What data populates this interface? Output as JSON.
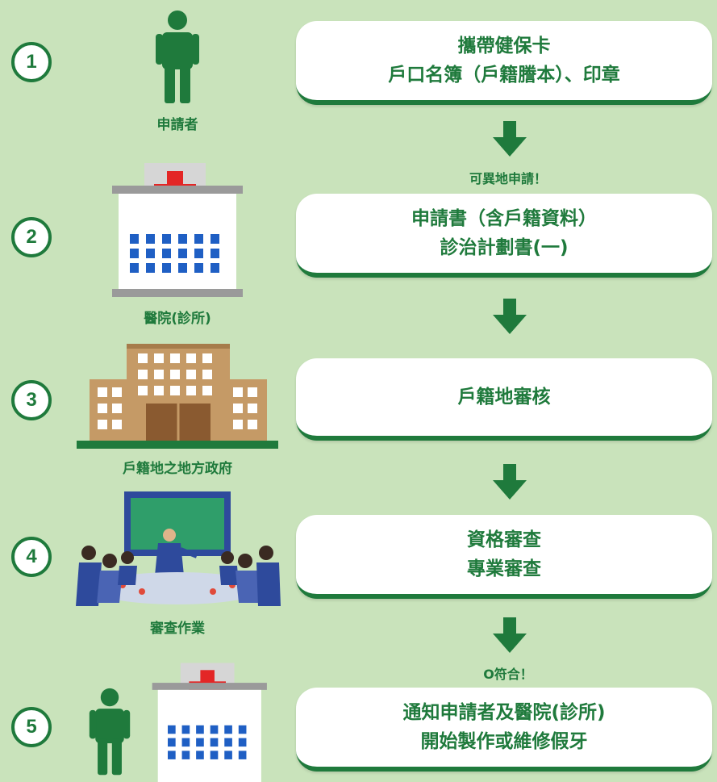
{
  "steps": [
    {
      "number": "1",
      "lines": [
        "攜帶健保卡",
        "戶口名簿（戶籍謄本）、印章"
      ],
      "caption": "申請者"
    },
    {
      "number": "2",
      "lines": [
        "申請書（含戶籍資料）",
        "診治計劃書(一)"
      ],
      "caption": "醫院(診所)"
    },
    {
      "number": "3",
      "lines": [
        "戶籍地審核"
      ],
      "caption": "戶籍地之地方政府"
    },
    {
      "number": "4",
      "lines": [
        "資格審查",
        "專業審查"
      ],
      "caption": "審查作業"
    },
    {
      "number": "5",
      "lines": [
        "通知申請者及醫院(診所)",
        "開始製作或維修假牙"
      ]
    }
  ],
  "notes": {
    "after_step1": "可異地申請！",
    "after_step4": "O符合！"
  },
  "icons": [
    "person-icon",
    "hospital-icon",
    "government-building-icon",
    "meeting-icon"
  ],
  "colors": {
    "background": "#c9e3bb",
    "accent_green": "#1f7a3c",
    "red_cross": "#e32626",
    "window_blue": "#1f5fc4",
    "building_tan": "#c59a66"
  }
}
